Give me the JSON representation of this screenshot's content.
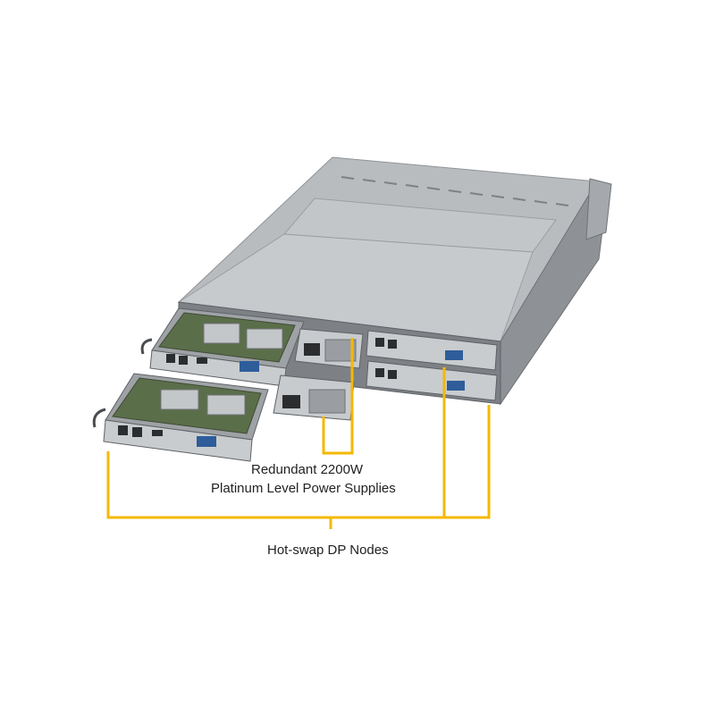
{
  "labels": {
    "psu_line1": "Redundant 2200W",
    "psu_line2": "Platinum Level Power Supplies",
    "nodes": "Hot-swap DP Nodes"
  },
  "colors": {
    "callout": "#f5b800",
    "chassis_top": "#b9bcbf",
    "chassis_dark": "#6f7377",
    "board_green": "#5b6e4a",
    "background": "#ffffff"
  }
}
